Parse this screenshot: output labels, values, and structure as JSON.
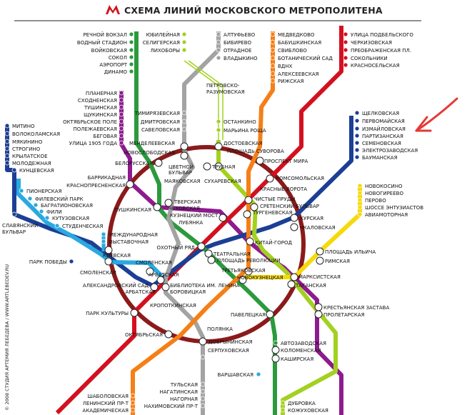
{
  "header": {
    "title": "СХЕМА ЛИНИЙ МОСКОВСКОГО МЕТРОПОЛИТЕНА",
    "logo_letter": "М"
  },
  "credit": "© 2008 СТУДИЯ АРТЕМИЯ ЛЕБЕДЕВА  /  WWW.ARTLEBEDEV.RU",
  "colors": {
    "red": "#d4101f",
    "green": "#2b9a3c",
    "blue": "#1c3f95",
    "lightblue": "#2aa9e0",
    "ring": "#8b1a1a",
    "orange": "#f57f17",
    "purple": "#8e1b8e",
    "yellow": "#f5d90a",
    "grey": "#a3a3a3",
    "lime": "#a3d11f",
    "arrow": "#e53935"
  },
  "stations": {
    "rechnoy": "РЕЧНОЙ ВОКЗАЛ",
    "vodny": "ВОДНЫЙ СТАДИОН",
    "voykovskaya": "ВОЙКОВСКАЯ",
    "sokol": "СОКОЛ",
    "aeroport": "АЭРОПОРТ",
    "dinamo": "ДИНАМО",
    "yubileynaya": "ЮБИЛЕЙНАЯ",
    "seligerskaya": "СЕЛИГЕРСКАЯ",
    "likhobory": "ЛИХОБОРЫ",
    "altufyevo": "АЛТУФЬЕВО",
    "bibirevo": "БИБИРЕВО",
    "otradnoe": "ОТРАДНОЕ",
    "vladykino": "ВЛАДЫКИНО",
    "medvedkovo": "МЕДВЕДКОВО",
    "babushkinskaya": "БАБУШКИНСКАЯ",
    "sviblovo": "СВИБЛОВО",
    "botanichesky": "БОТАНИЧЕСКИЙ САД",
    "vdnkh": "ВДНХ",
    "alekseevskaya": "АЛЕКСЕЕВСКАЯ",
    "rizhskaya": "РИЖСКАЯ",
    "podbelskogo": "УЛИЦА ПОДБЕЛЬСКОГО",
    "cherkizovskaya": "ЧЕРКИЗОВСКАЯ",
    "preobrazhenskaya": "ПРЕОБРАЖЕНСКАЯ ПЛ.",
    "sokolniki": "СОКОЛЬНИКИ",
    "krasnoselskaya": "КРАСНОСЕЛЬСКАЯ",
    "petrovsko1": "ПЕТРОВСКО-",
    "petrovsko2": "РАЗУМОВСКАЯ",
    "planernaya": "ПЛАНЕРНАЯ",
    "skhodnenskaya": "СХОДНЕНСКАЯ",
    "tushinskaya": "ТУШИНСКАЯ",
    "shchukinskaya": "ЩУКИНСКАЯ",
    "oktyabrskoe": "ОКТЯБРЬСКОЕ ПОЛЕ",
    "polezhaevskaya": "ПОЛЕЖАЕВСКАЯ",
    "begovaya": "БЕГОВАЯ",
    "ul1905": "УЛИЦА 1905 ГОДА",
    "timiryazevskaya": "ТИМИРЯЗЕВСКАЯ",
    "dmitrovskaya": "ДМИТРОВСКАЯ",
    "savelovskaya": "САВЕЛОВСКАЯ",
    "ostankino": "ОСТАНКИНО",
    "maryina": "МАРЬИНА РОЩА",
    "shchelkovskaya": "ЩЕЛКОВСКАЯ",
    "pervomayskaya": "ПЕРВОМАЙСКАЯ",
    "izmaylovskaya": "ИЗМАЙЛОВСКАЯ",
    "partizanskaya": "ПАРТИЗАНСКАЯ",
    "semenovskaya": "СЕМЕНОВСКАЯ",
    "elektrozavodskaya": "ЭЛЕКТРОЗАВОДСКАЯ",
    "baumanskaya": "БАУМАНСКАЯ",
    "mitino": "МИТИНО",
    "volokolamskaya": "ВОЛОКОЛАМСКАЯ",
    "myakinino": "МЯКИНИНО",
    "strogino": "СТРОГИНО",
    "krylatskoe": "КРЫЛАТСКОЕ",
    "molodezhnaya": "МОЛОДЕЖНАЯ",
    "kuntsevskaya": "КУНЦЕВСКАЯ",
    "pionerskaya": "ПИОНЕРСКАЯ",
    "filevsky": "ФИЛЕВСКИЙ ПАРК",
    "bagrationovskaya": "БАГРАТИОНОВСКАЯ",
    "fili": "ФИЛИ",
    "kutuzovskaya": "КУТУЗОВСКАЯ",
    "studencheskaya": "СТУДЕНЧЕСКАЯ",
    "slavyansky1": "СЛАВЯНСКИЙ",
    "slavyansky2": "БУЛЬВАР",
    "mendeleevskaya": "МЕНДЕЛЕЕВСКАЯ",
    "novoslobodskaya": "НОВОСЛОБОДСКАЯ",
    "belorusskaya": "БЕЛОРУССКАЯ",
    "tsvetnoy1": "ЦВЕТНОЙ",
    "tsvetnoy2": "БУЛЬВАР",
    "trubnaya": "ТРУБНАЯ",
    "dostoevskaya": "ДОСТОЕВСКАЯ",
    "suvorova": "ПЛОЩАДЬ СУВОРОВА",
    "prospekt_mira": "ПРОСПЕКТ МИРА",
    "komsomolskaya": "КОМСОМОЛЬСКАЯ",
    "krasnye_vorota": "КРАСНЫЕ ВОРОТА",
    "chistye_prudy": "ЧИСТЫЕ ПРУДЫ",
    "sretensky": "СРЕТЕНСКИЙ БУЛЬВАР",
    "turgenevskaya": "ТУРГЕНЕВСКАЯ",
    "kurskaya": "КУРСКАЯ",
    "chkalovskaya": "ЧКАЛОВСКАЯ",
    "barrikadnaya": "БАРРИКАДНАЯ",
    "krasnopresnenskaya": "КРАСНОПРЕСНЕНСКАЯ",
    "mayakovskaya": "МАЯКОВСКАЯ",
    "sukharevskaya": "СУХАРЕВСКАЯ",
    "pushkinskaya": "ПУШКИНСКАЯ",
    "tverskaya": "ТВЕРСКАЯ",
    "chekhovskaya": "ЧЕХОВСКАЯ",
    "kuznetsky": "КУЗНЕЦКИЙ МОСТ",
    "lubyanka": "ЛУБЯНКА",
    "kitay_gorod": "КИТАЙ-ГОРОД",
    "mezhdunarodnaya": "МЕЖДУНАРОДНАЯ",
    "vystavochnaya": "ВЫСТАВОЧНАЯ",
    "okhotny": "ОХОТНЫЙ РЯД",
    "teatralnaya": "ТЕАТРАЛЬНАЯ",
    "revolyutsii": "ПЛОЩАДЬ РЕВОЛЮЦИИ",
    "park_pobedy": "ПАРК ПОБЕДЫ",
    "kievskaya": "КИЕВСКАЯ",
    "smolenskaya_l": "СМОЛЕНСКАЯ",
    "smolenskaya_r": "СМОЛЕНСКАЯ",
    "arbatskaya_r": "АРБАТСКАЯ",
    "aleksandrovsky": "АЛЕКСАНДРОВСКИЙ САД",
    "biblioteka": "БИБЛИОТЕКА ИМ. ЛЕНИНА",
    "arbatskaya_l": "АРБАТСКАЯ",
    "borovitskaya": "БОРОВИЦКАЯ",
    "tretyakovskaya": "ТРЕТЬЯКОВСКАЯ",
    "novokuznetskaya": "НОВОКУЗНЕЦКАЯ",
    "marksistskaya": "МАРКСИСТСКАЯ",
    "taganskaya": "ТАГАНСКАЯ",
    "novokosino": "НОВОКОСИНО",
    "novogireevo": "НОВОГИРЕЕВО",
    "perovo": "ПЕРОВО",
    "entuziastov": "ШОССЕ ЭНТУЗИАСТОВ",
    "aviamotornaya": "АВИАМОТОРНАЯ",
    "ilicha": "ПЛОЩАДЬ ИЛЬИЧА",
    "rimskaya": "РИМСКАЯ",
    "krestyanskaya": "КРЕСТЬЯНСКАЯ ЗАСТАВА",
    "proletarskaya": "ПРОЛЕТАРСКАЯ",
    "park_kultury": "ПАРК КУЛЬТУРЫ",
    "kropotkinskaya": "КРОПОТКИНСКАЯ",
    "oktyabrskaya": "ОКТЯБРЬСКАЯ",
    "polyanka": "ПОЛЯНКА",
    "dobryninskaya": "ДОБРЫНИНСКАЯ",
    "serpukhovskaya": "СЕРПУХОВСКАЯ",
    "paveletskaya": "ПАВЕЛЕЦКАЯ",
    "avtozavodskaya": "АВТОЗАВОДСКАЯ",
    "kolomenskaya": "КОЛОМЕНСКАЯ",
    "kashirskaya": "КАШИРСКАЯ",
    "varshavskaya": "ВАРШАВСКАЯ",
    "tulskaya": "ТУЛЬСКАЯ",
    "nagatinskaya": "НАГАТИНСКАЯ",
    "nagornaya": "НАГОРНАЯ",
    "nakhimovsky": "НАХИМОВСКИЙ ПР-Т",
    "shabolovskaya": "ШАБОЛОВСКАЯ",
    "leninsky": "ЛЕНИНСКИЙ ПР-Т",
    "akademicheskaya": "АКАДЕМИЧЕСКАЯ",
    "dubrovka": "ДУБРОВКА",
    "kozhukhovskaya": "КОЖУХОВСКАЯ"
  }
}
